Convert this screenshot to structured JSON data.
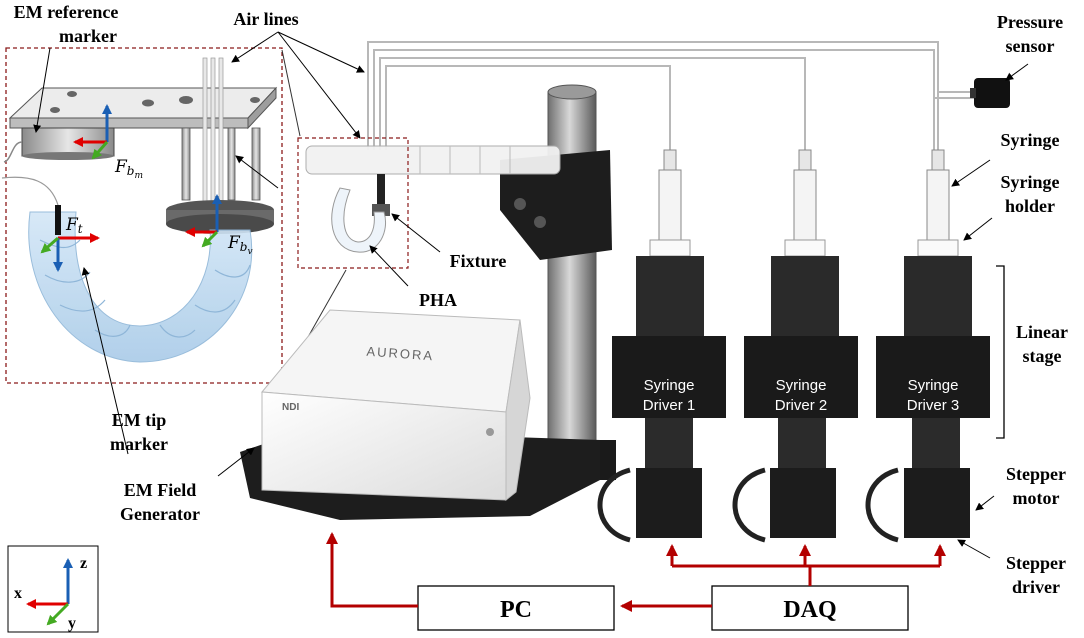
{
  "labels": {
    "em_reference_marker_1": "EM reference",
    "em_reference_marker_2": "marker",
    "air_lines": "Air lines",
    "pressure_sensor_1": "Pressure",
    "pressure_sensor_2": "sensor",
    "syringe": "Syringe",
    "syringe_holder_1": "Syringe",
    "syringe_holder_2": "holder",
    "fixture": "Fixture",
    "pha": "PHA",
    "linear_stage_1": "Linear",
    "linear_stage_2": "stage",
    "em_tip_marker_1": "EM tip",
    "em_tip_marker_2": "marker",
    "em_field_generator_1": "EM Field",
    "em_field_generator_2": "Generator",
    "stepper_motor_1": "Stepper",
    "stepper_motor_2": "motor",
    "stepper_driver_1": "Stepper",
    "stepper_driver_2": "driver"
  },
  "frames": {
    "bm_main": "F",
    "bm_sub": "b",
    "bm_subsub": "m",
    "bv_main": "F",
    "bv_sub": "b",
    "bv_subsub": "v",
    "t_main": "F",
    "t_sub": "t"
  },
  "drivers": [
    {
      "line1": "Syringe",
      "line2": "Driver 1"
    },
    {
      "line1": "Syringe",
      "line2": "Driver 2"
    },
    {
      "line1": "Syringe",
      "line2": "Driver 3"
    }
  ],
  "boxes": {
    "pc": "PC",
    "daq": "DAQ"
  },
  "brand": {
    "device_name": "AURORA",
    "maker": "NDI"
  },
  "axes": {
    "x": "x",
    "y": "y",
    "z": "z"
  },
  "colors": {
    "signal_arrow": "#b30000",
    "x_axis": "#e00000",
    "y_axis": "#44aa22",
    "z_axis": "#1a5fb4",
    "inset_border": "#8b1a1a",
    "hardware_dark": "#1a1a1a"
  }
}
